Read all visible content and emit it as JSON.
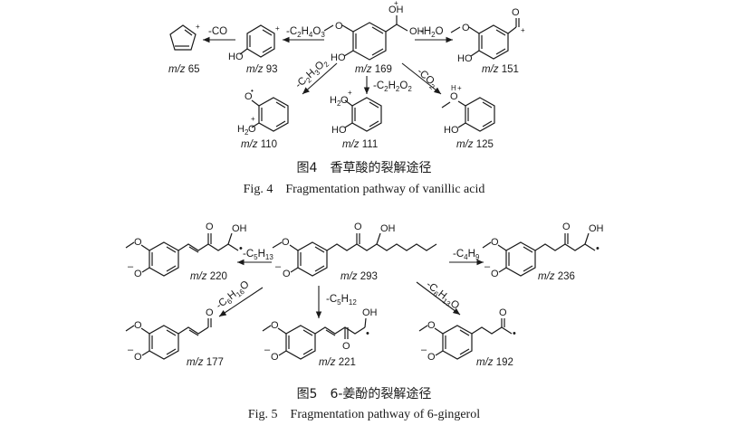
{
  "fig4": {
    "caption_cn": "图4　香草酸的裂解途径",
    "caption_en": "Fig. 4　Fragmentation pathway of vanillic acid",
    "parent_mz": "169",
    "losses": {
      "co": "-CO",
      "c2h4o3": "-C",
      "c2h3o2": "-C",
      "c2h2o2": "-C",
      "h2o": "-H",
      "co2": "-CO"
    },
    "fragments": [
      "65",
      "93",
      "110",
      "111",
      "125",
      "151"
    ]
  },
  "fig5": {
    "caption_cn": "图5　6-姜酚的裂解途径",
    "caption_en": "Fig. 5　Fragmentation pathway of 6-gingerol",
    "parent_mz": "293",
    "losses": {
      "c5h13": "-C",
      "c4h9": "-C",
      "c5h12": "-C",
      "c6h16o": "-C",
      "c6h13o": "-C"
    },
    "fragments": [
      "220",
      "236",
      "177",
      "221",
      "192"
    ]
  },
  "mz_prefix": "m/z"
}
